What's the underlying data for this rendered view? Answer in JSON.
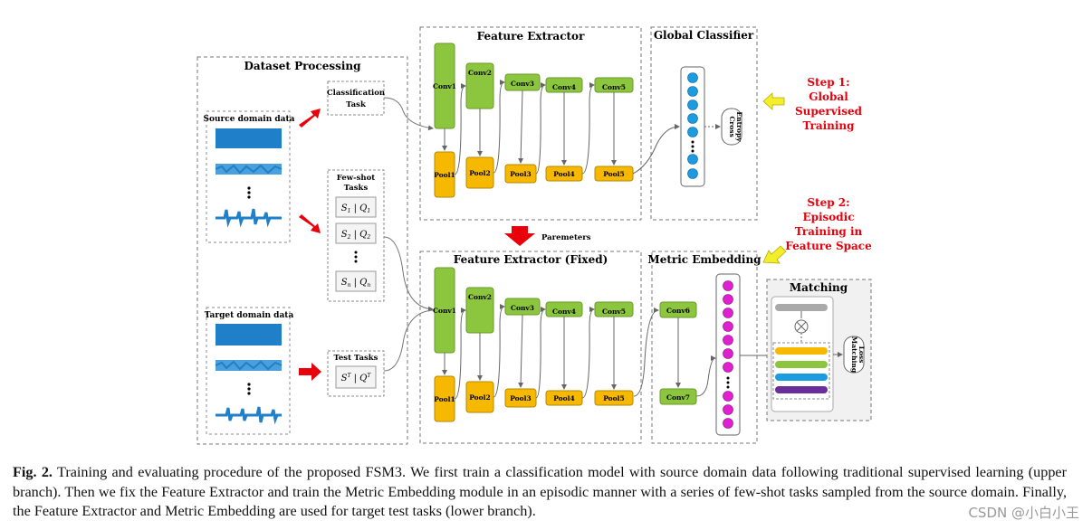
{
  "sections": {
    "dataset_processing": "Dataset Processing",
    "feature_extractor": "Feature Extractor",
    "global_classifier": "Global Classifier",
    "feature_extractor_fixed": "Feature Extractor (Fixed)",
    "metric_embedding": "Metric Embedding",
    "matching": "Matching"
  },
  "data": {
    "source_domain": "Source domain data",
    "target_domain": "Target domain data"
  },
  "tasks": {
    "classification_line1": "Classification",
    "classification_line2": "Task",
    "fewshot_line1": "Few-shot",
    "fewshot_line2": "Tasks",
    "test_tasks": "Test Tasks"
  },
  "layers": {
    "conv": [
      "Conv1",
      "Conv2",
      "Conv3",
      "Conv4",
      "Conv5"
    ],
    "pool": [
      "Pool1",
      "Pool2",
      "Pool3",
      "Pool4",
      "Pool5"
    ],
    "conv6": "Conv6",
    "conv7": "Conv7"
  },
  "losses": {
    "cross_entropy_line1": "Cross",
    "cross_entropy_line2": "Entropy",
    "matching_loss_line1": "Matching",
    "matching_loss_line2": "Loss"
  },
  "parameters_label": "Paremeters",
  "steps": {
    "step1": [
      "Step 1:",
      "Global",
      "Supervised",
      "Training"
    ],
    "step2": [
      "Step 2:",
      "Episodic",
      "Training in",
      "Feature Space"
    ]
  },
  "caption": {
    "figure_label": "Fig. 2.",
    "text": "Training and evaluating procedure of the proposed FSM3. We first train a classification model with source domain data following traditional supervised learning (upper branch). Then we fix the Feature Extractor and train the Metric Embedding module in an episodic manner with a series of few-shot tasks sampled from the source domain. Finally, the Feature Extractor and Metric Embedding are used for target test tasks (lower branch)."
  },
  "watermark": "CSDN @小白小王",
  "colors": {
    "conv": "#8cc63f",
    "pool": "#f6b800",
    "node_blue": "#1b9ce0",
    "node_magenta": "#e020d0",
    "signal": "#1f7fc8",
    "step_text": "#e8000b",
    "red_arrow": "#e8000b",
    "yellow_arrow": "#f2ee2a"
  }
}
